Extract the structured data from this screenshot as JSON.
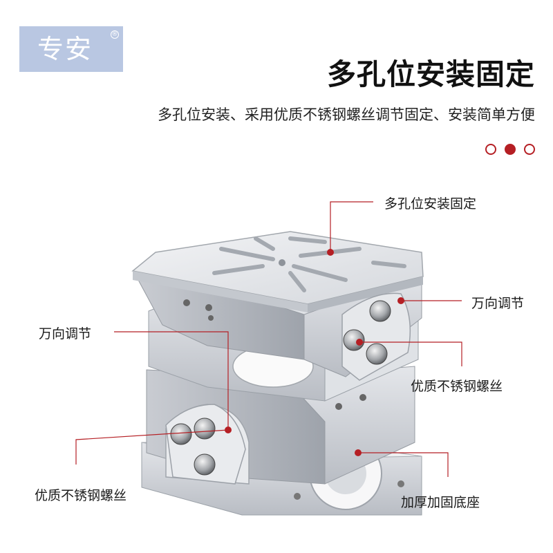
{
  "brand": {
    "logo_text": "专安",
    "logo_mark": "®",
    "logo_bg": "#b9c7e2"
  },
  "header": {
    "title": "多孔位安装固定",
    "subtitle": "多孔位安装、采用优质不锈钢螺丝调节固定、安装简单方便"
  },
  "pager": {
    "count": 3,
    "active_index": 1,
    "color": "#b51f24"
  },
  "callouts": {
    "top_plate": "多孔位安装固定",
    "right_swivel": "万向调节",
    "left_swivel": "万向调节",
    "right_screws": "优质不锈钢螺丝",
    "left_screws": "优质不锈钢螺丝",
    "base": "加厚加固底座"
  },
  "accent_color": "#b51f24"
}
